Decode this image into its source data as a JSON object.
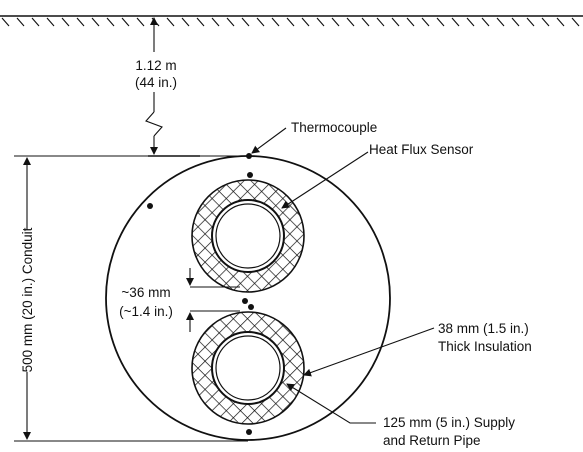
{
  "labels": {
    "depth_m": "1.12 m",
    "depth_in": "(44 in.)",
    "thermocouple": "Thermocouple",
    "heat_flux_sensor": "Heat Flux Sensor",
    "gap_mm": "~36 mm",
    "gap_in": "(~1.4 in.)",
    "insulation_line1": "38 mm (1.5 in.)",
    "insulation_line2": "Thick Insulation",
    "pipe_line1": "125 mm (5 in.) Supply",
    "pipe_line2": "and Return Pipe",
    "conduit": "500 mm (20 in.) Conduit"
  },
  "colors": {
    "ink": "#111111",
    "background": "#ffffff"
  }
}
